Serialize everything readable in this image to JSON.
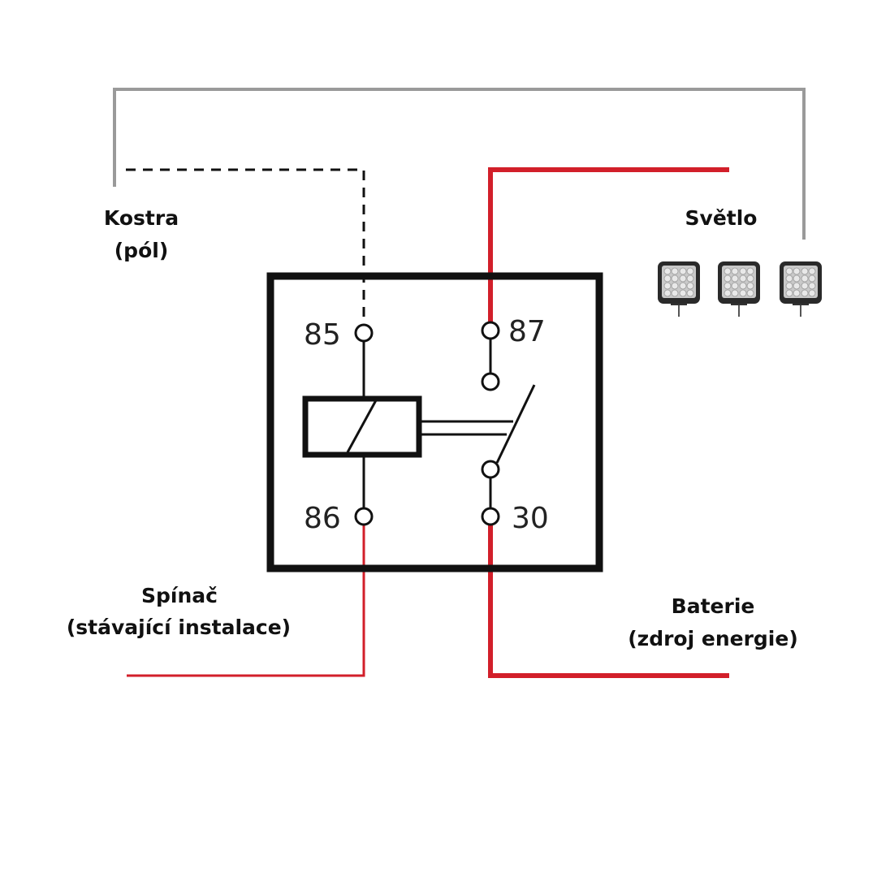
{
  "labels": {
    "ground": "Kostra",
    "ground_sub": "(pól)",
    "light": "Světlo",
    "switch": "Spínač",
    "switch_sub": "(stávající instalace)",
    "battery": "Baterie",
    "battery_sub": "(zdroj energie)"
  },
  "pins": {
    "p85": "85",
    "p86": "86",
    "p87": "87",
    "p30": "30"
  },
  "colors": {
    "red": "#d21f2a",
    "grey": "#9a9a9a",
    "black": "#111111"
  }
}
